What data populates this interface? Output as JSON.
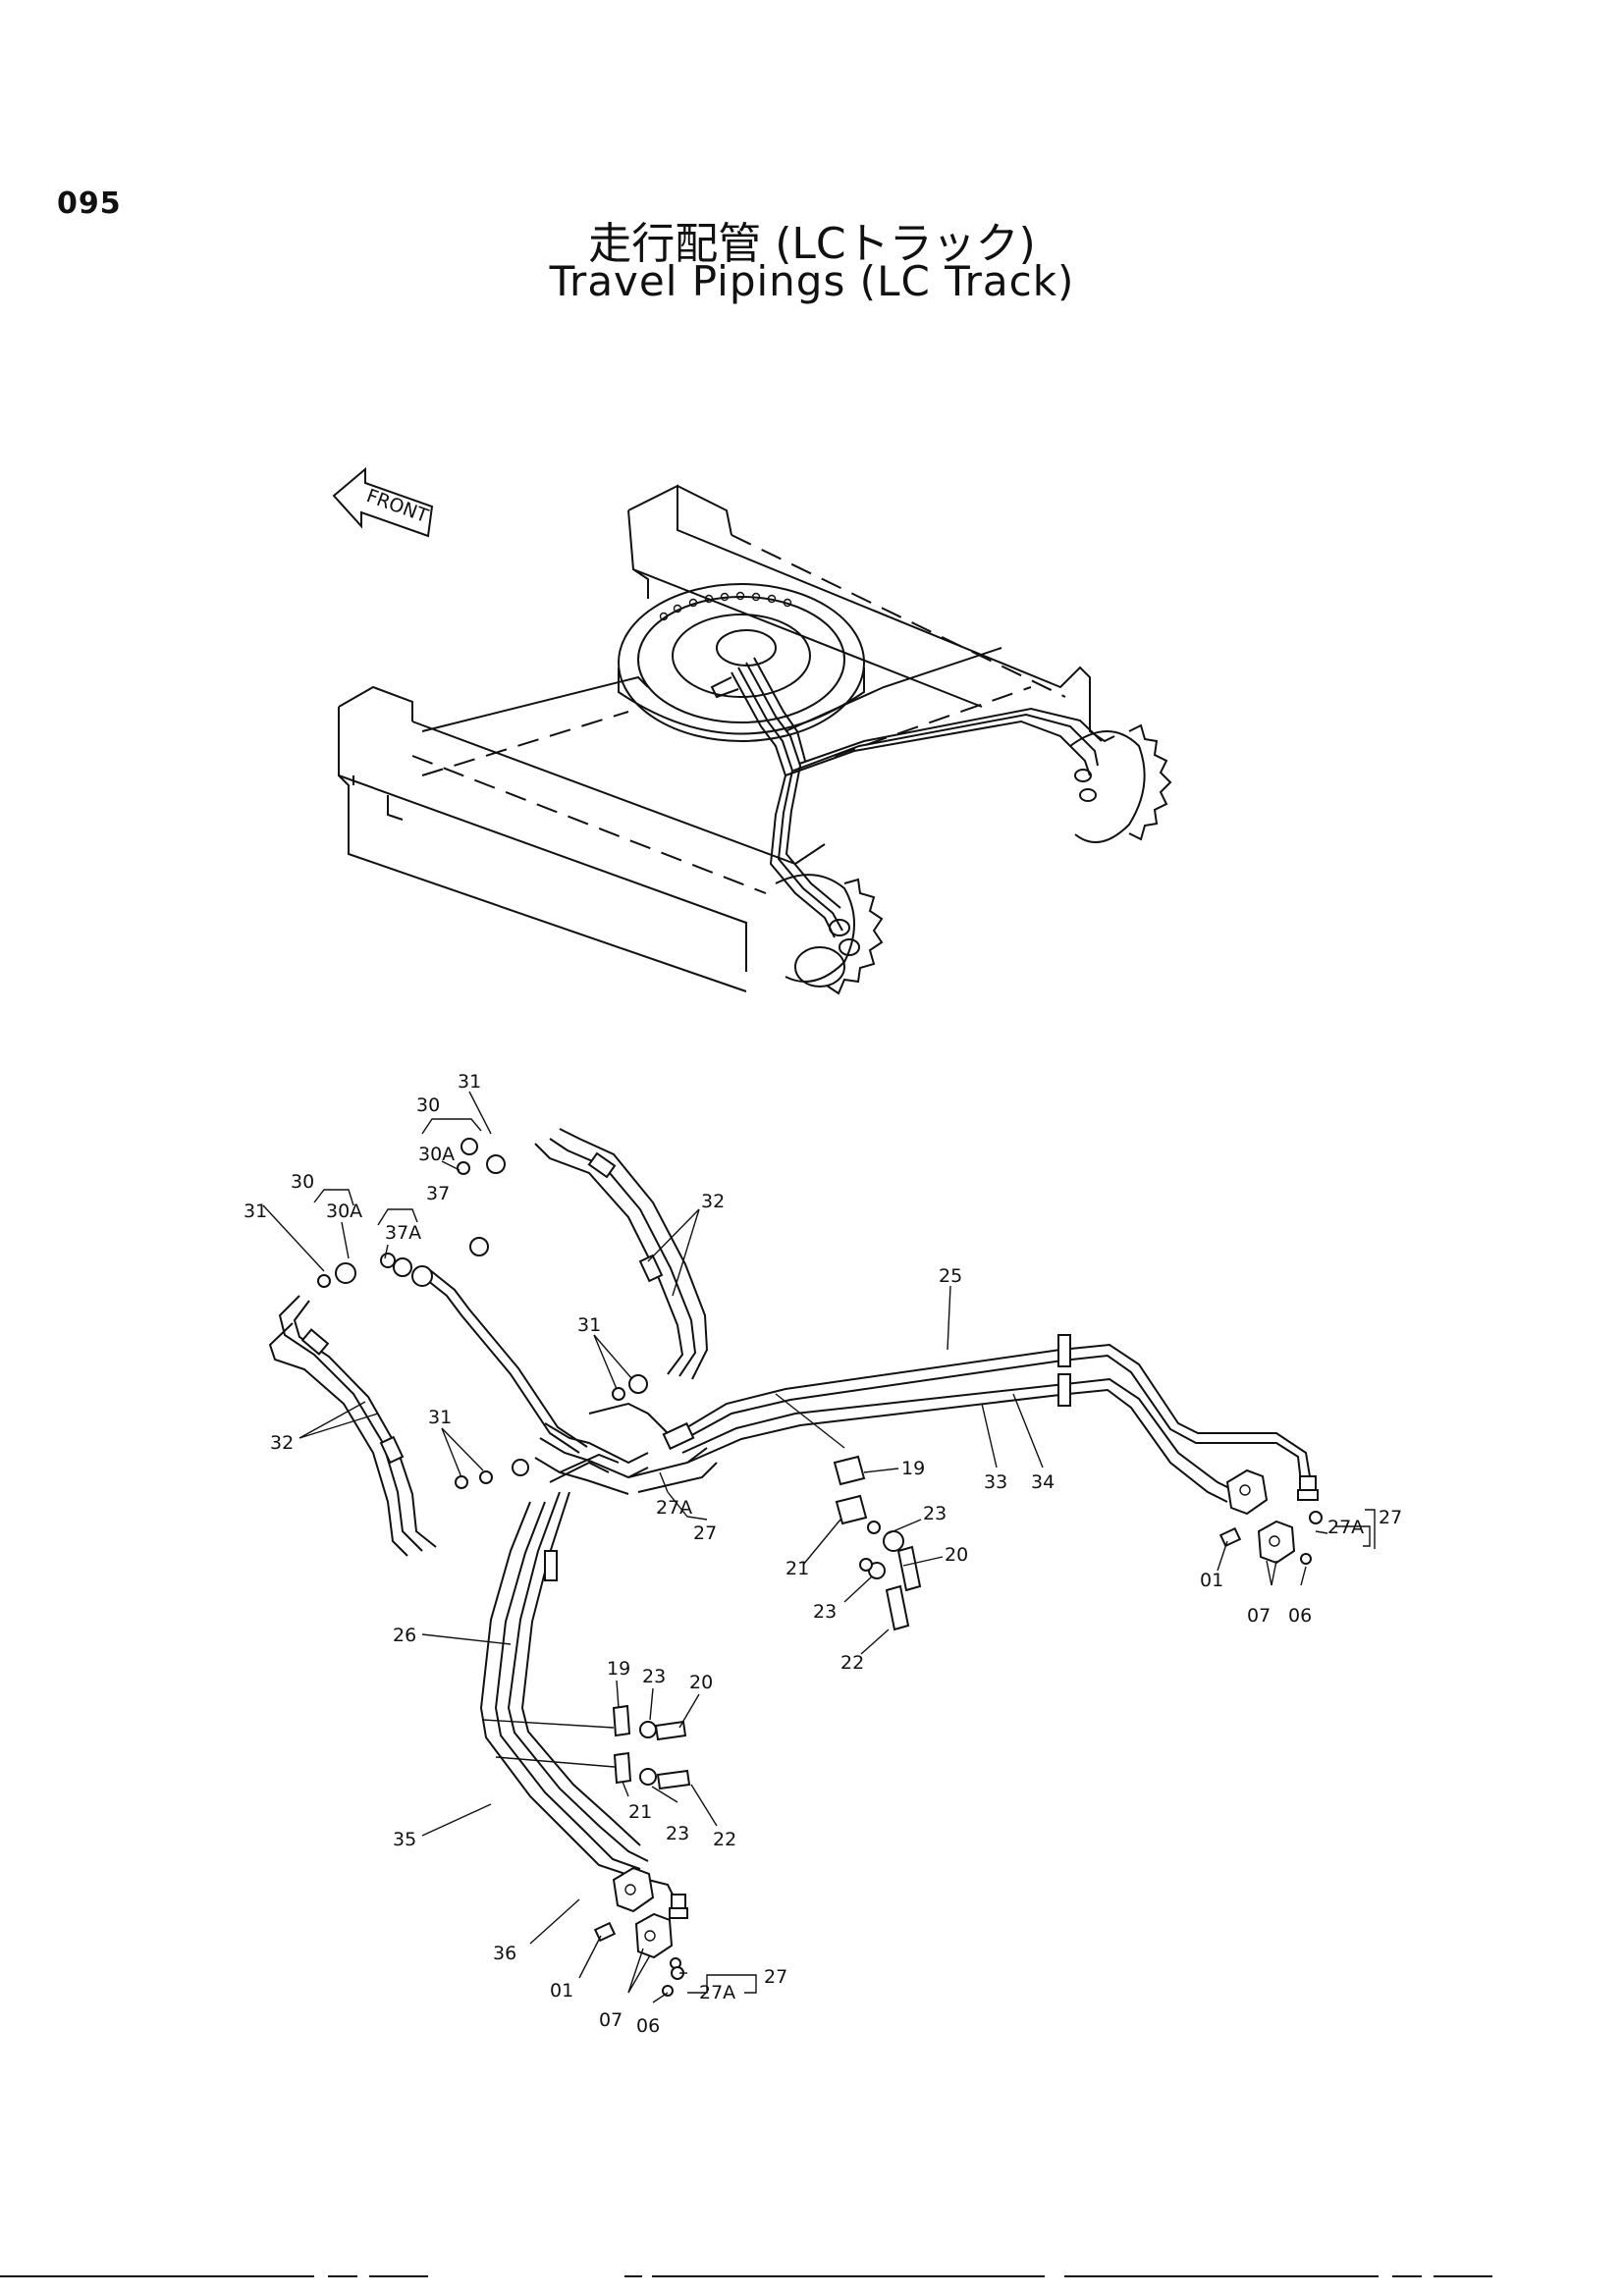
{
  "page_number": "095",
  "title_jp": "走行配管 (LCトラック)",
  "title_en": "Travel Pipings (LC Track)",
  "front_label": "FRONT",
  "callouts": {
    "c31a": "31",
    "c30a": "30",
    "c30Aa": "30A",
    "c30b": "30",
    "c30Ab": "30A",
    "c31b": "31",
    "c37": "37",
    "c37A": "37A",
    "c32a": "32",
    "c31c": "31",
    "c32b": "32",
    "c31d": "31",
    "c25": "25",
    "c19a": "19",
    "c23a": "23",
    "c21a": "21",
    "c20a": "20",
    "c23b": "23",
    "c22a": "22",
    "c33": "33",
    "c34": "34",
    "c27Aa": "27A",
    "c27a": "27",
    "c27Ab": "27A",
    "c27b": "27",
    "c01a": "01",
    "c07a": "07",
    "c06a": "06",
    "c26": "26",
    "c19b": "19",
    "c23c": "23",
    "c20b": "20",
    "c21b": "21",
    "c23d": "23",
    "c22b": "22",
    "c35": "35",
    "c36": "36",
    "c01b": "01",
    "c07b": "07",
    "c06b": "06",
    "c27Ac": "27A",
    "c27c": "27"
  }
}
